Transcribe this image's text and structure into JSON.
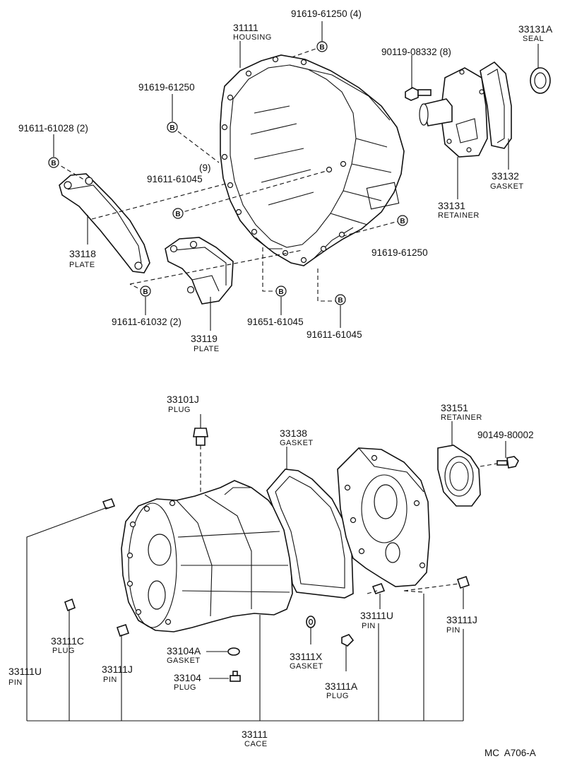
{
  "callouts": {
    "p31111_top": {
      "num": "31111",
      "name": "HOUSING"
    },
    "p91619_4": {
      "ref": "91619-61250 (4)"
    },
    "p90119": {
      "ref": "90119-08332 (8)"
    },
    "p33131A": {
      "num": "33131A",
      "name": "SEAL"
    },
    "p91619_a": {
      "ref": "91619-61250"
    },
    "p91611_28": {
      "ref": "91611-61028 (2)"
    },
    "qty9": {
      "ref": "(9)"
    },
    "p91611_45a": {
      "ref": "91611-61045"
    },
    "p33132": {
      "num": "33132",
      "name": "GASKET"
    },
    "p33131": {
      "num": "33131",
      "name": "RETAINER"
    },
    "p33118": {
      "num": "33118",
      "name": "PLATE"
    },
    "p91619_b": {
      "ref": "91619-61250"
    },
    "p91611_32": {
      "ref": "91611-61032 (2)"
    },
    "p91651": {
      "ref": "91651-61045"
    },
    "p91611_45b": {
      "ref": "91611-61045"
    },
    "p33119": {
      "num": "33119",
      "name": "PLATE"
    },
    "p33101J": {
      "num": "33101J",
      "name": "PLUG"
    },
    "p33138": {
      "num": "33138",
      "name": "GASKET"
    },
    "p33151": {
      "num": "33151",
      "name": "RETAINER"
    },
    "p90149": {
      "ref": "90149-80002"
    },
    "p33111C": {
      "num": "33111C",
      "name": "PLUG"
    },
    "p33111U_left": {
      "num": "33111U",
      "name": "PIN"
    },
    "p33111J_left": {
      "num": "33111J",
      "name": "PIN"
    },
    "p33104A": {
      "num": "33104A",
      "name": "GASKET"
    },
    "p33104": {
      "num": "33104",
      "name": "PLUG"
    },
    "p33111X": {
      "num": "33111X",
      "name": "GASKET"
    },
    "p33111A": {
      "num": "33111A",
      "name": "PLUG"
    },
    "p33111U_right": {
      "num": "33111U",
      "name": "PIN"
    },
    "p33111J_right": {
      "num": "33111J",
      "name": "PIN"
    },
    "p33111_case": {
      "num": "33111",
      "name": "CACE"
    }
  },
  "bolt_marker": "B",
  "code": "MC  A706-A"
}
